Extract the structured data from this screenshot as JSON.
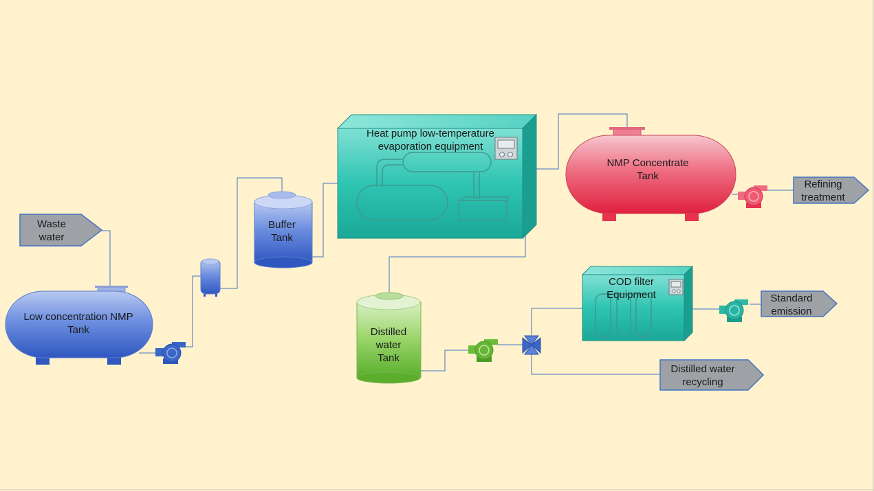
{
  "labels": {
    "waste_water": [
      "Waste",
      "water"
    ],
    "low_nmp_tank": [
      "Low concentration NMP",
      "Tank"
    ],
    "buffer_tank": [
      "Buffer",
      "Tank"
    ],
    "heat_pump": [
      "Heat pump low-temperature",
      "evaporation equipment"
    ],
    "nmp_concentrate": [
      "NMP Concentrate",
      "Tank"
    ],
    "refining": [
      "Refining",
      "treatment"
    ],
    "distilled_tank": [
      "Distilled",
      "water",
      "Tank"
    ],
    "cod_filter": [
      "COD filter",
      "Equipment"
    ],
    "standard_emission": [
      "Standard",
      "emission"
    ],
    "distilled_recycling": [
      "Distilled water",
      "recycling"
    ]
  },
  "colors": {
    "background": "#fff2cc",
    "pipe": "#4472c4",
    "blue_tank": "#3a66c8",
    "teal_equipment": "#2ec4b0",
    "red_tank": "#e8334e",
    "green_tank": "#6cbc3c",
    "arrow_box": "#9ea2a6"
  }
}
